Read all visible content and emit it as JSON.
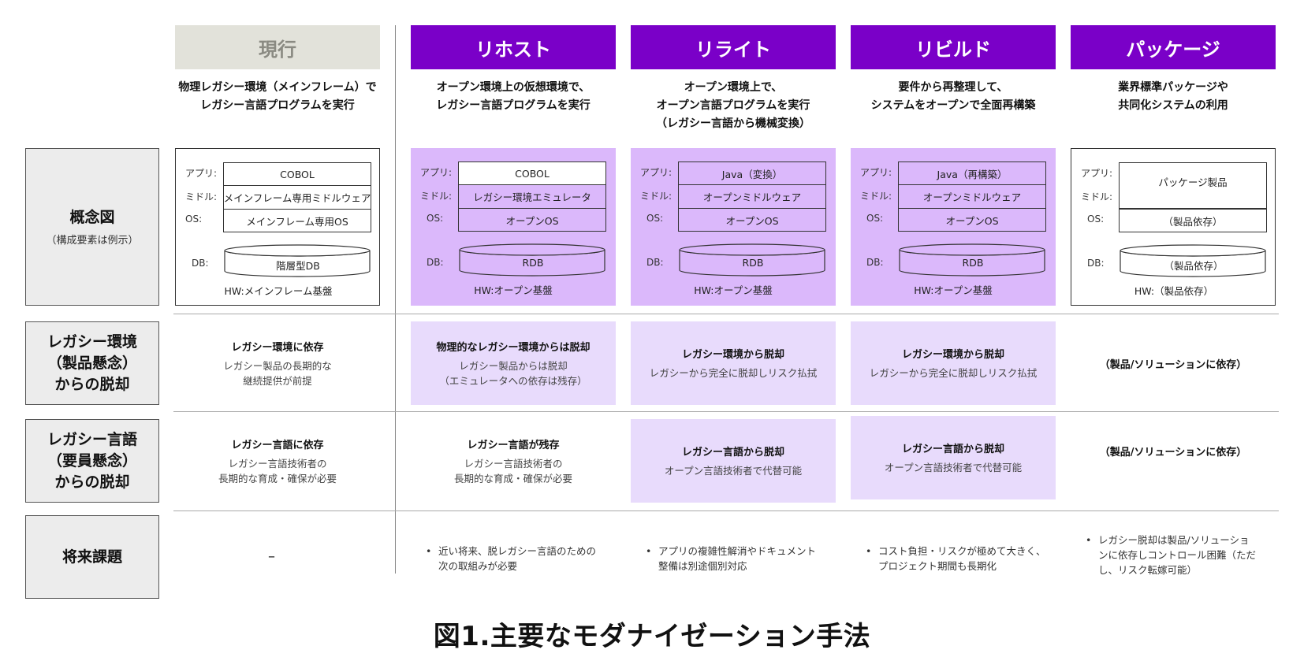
{
  "columns": [
    {
      "title": "現行",
      "desc": [
        "物理レガシー環境（メインフレーム）で",
        "レガシー言語プログラムを実行"
      ]
    },
    {
      "title": "リホスト",
      "desc": [
        "オープン環境上の仮想環境で、",
        "レガシー言語プログラムを実行"
      ]
    },
    {
      "title": "リライト",
      "desc": [
        "オープン環境上で、",
        "オープン言語プログラムを実行",
        "（レガシー言語から機械変換）"
      ]
    },
    {
      "title": "リビルド",
      "desc": [
        "要件から再整理して、",
        "システムをオープンで全面再構築"
      ]
    },
    {
      "title": "パッケージ",
      "desc": [
        "業界標準パッケージや",
        "共同化システムの利用"
      ]
    }
  ],
  "row_labels": [
    {
      "main": [
        "概念図"
      ],
      "sub": "（構成要素は例示）"
    },
    {
      "main": [
        "レガシー環境",
        "（製品懸念）",
        "からの脱却"
      ]
    },
    {
      "main": [
        "レガシー言語",
        "（要員懸念）",
        "からの脱却"
      ]
    },
    {
      "main": [
        "将来課題"
      ]
    }
  ],
  "layer_labels": {
    "app": "アプリ:",
    "mid": "ミドル:",
    "os": "OS:",
    "db": "DB:"
  },
  "concept": [
    {
      "app": "COBOL",
      "mid": "メインフレーム専用ミドルウェア",
      "os": "メインフレーム専用OS",
      "db": "階層型DB",
      "hw": "HW:メインフレーム基盤"
    },
    {
      "app": "COBOL",
      "mid": "レガシー環境エミュレータ",
      "os": "オープンOS",
      "db": "RDB",
      "hw": "HW:オープン基盤"
    },
    {
      "app": "Java（変換）",
      "mid": "オープンミドルウェア",
      "os": "オープンOS",
      "db": "RDB",
      "hw": "HW:オープン基盤"
    },
    {
      "app": "Java（再構築）",
      "mid": "オープンミドルウェア",
      "os": "オープンOS",
      "db": "RDB",
      "hw": "HW:オープン基盤"
    },
    {
      "appmid": "パッケージ製品",
      "os": "（製品依存）",
      "db": "（製品依存）",
      "hw": "HW:（製品依存）"
    }
  ],
  "env_row": [
    {
      "title": "レガシー環境に依存",
      "desc": [
        "レガシー製品の長期的な",
        "継続提供が前提"
      ]
    },
    {
      "title": "物理的なレガシー環境からは脱却",
      "desc": [
        "レガシー製品からは脱却",
        "（エミュレータへの依存は残存）"
      ]
    },
    {
      "title": "レガシー環境から脱却",
      "desc": [
        "レガシーから完全に脱却しリスク払拭"
      ]
    },
    {
      "title": "レガシー環境から脱却",
      "desc": [
        "レガシーから完全に脱却しリスク払拭"
      ]
    },
    {
      "only": "（製品/ソリューションに依存）"
    }
  ],
  "lang_row": [
    {
      "title": "レガシー言語に依存",
      "desc": [
        "レガシー言語技術者の",
        "長期的な育成・確保が必要"
      ]
    },
    {
      "title": "レガシー言語が残存",
      "desc": [
        "レガシー言語技術者の",
        "長期的な育成・確保が必要"
      ]
    },
    {
      "title": "レガシー言語から脱却",
      "desc": [
        "オープン言語技術者で代替可能"
      ]
    },
    {
      "title": "レガシー言語から脱却",
      "desc": [
        "オープン言語技術者で代替可能"
      ]
    },
    {
      "only": "（製品/ソリューションに依存）"
    }
  ],
  "future_row": [
    {
      "dash": "–"
    },
    {
      "bullet": [
        "近い将来、脱レガシー言語のための",
        "次の取組みが必要"
      ]
    },
    {
      "bullet": [
        "アプリの複雑性解消やドキュメント",
        "整備は別途個別対応"
      ]
    },
    {
      "bullet": [
        "コスト負担・リスクが極めて大きく、",
        "プロジェクト期間も長期化"
      ]
    },
    {
      "bullet": [
        "レガシー脱却は製品/ソリューショ",
        "ンに依存しコントロール困難（ただ",
        "し、リスク転嫁可能）"
      ]
    }
  ],
  "bullet_symbol": "•",
  "caption": "図1.主要なモダナイゼーション手法",
  "colors": {
    "purple": "#7a00c8",
    "concept_purple": "#dbb8fb",
    "lavender": "#e8dbfc",
    "current_head": "#e2e2da"
  }
}
